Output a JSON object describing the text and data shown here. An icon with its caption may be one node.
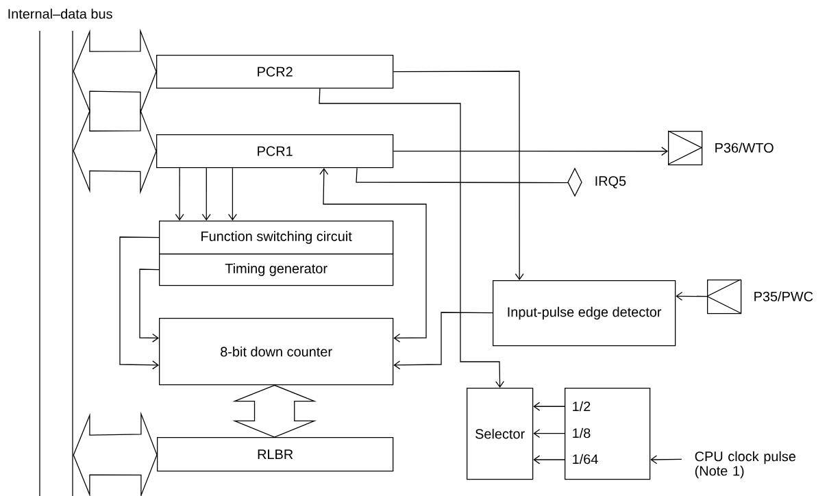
{
  "diagram": {
    "nodes": [
      {
        "text": [
          "Internal–data bus"
        ]
      },
      {
        "text": [
          "PCR2"
        ]
      },
      {
        "text": [
          "PCR1"
        ]
      },
      {
        "text": [
          "Function switching circuit"
        ]
      },
      {
        "text": [
          "Timing generator"
        ]
      },
      {
        "text": [
          "8-bit down counter"
        ]
      },
      {
        "text": [
          "RLBR"
        ]
      },
      {
        "text": [
          "Input-pulse edge detector"
        ]
      },
      {
        "text": [
          "Selector"
        ]
      },
      {
        "text": [
          "1/2",
          "1/8",
          "1/64"
        ]
      },
      {
        "text": [
          "P36/WTO"
        ]
      },
      {
        "text": [
          "IRQ5"
        ]
      },
      {
        "text": [
          "P35/PWC"
        ]
      },
      {
        "text": [
          "CPU clock pulse (Note 1)"
        ]
      }
    ],
    "edges": [
      {
        "from": 0,
        "to": 1,
        "arrow": "both",
        "style": "thick"
      },
      {
        "from": 0,
        "to": 2,
        "arrow": "both",
        "style": "thick"
      },
      {
        "from": 0,
        "to": 6,
        "arrow": "both",
        "style": "thick"
      },
      {
        "from": 5,
        "to": 6,
        "arrow": "both",
        "style": "thick"
      },
      {
        "from": 1,
        "to": 7,
        "arrow": "to"
      },
      {
        "from": 1,
        "to": 8,
        "arrow": "to"
      },
      {
        "from": 2,
        "to": 10,
        "arrow": "to"
      },
      {
        "from": 2,
        "to": 11,
        "arrow": "none"
      },
      {
        "from": 2,
        "to": 3,
        "arrow": "to"
      },
      {
        "from": 2,
        "to": 3,
        "arrow": "to"
      },
      {
        "from": 2,
        "to": 3,
        "arrow": "to"
      },
      {
        "from": 5,
        "to": 2,
        "arrow": "both"
      },
      {
        "from": 3,
        "to": 5,
        "arrow": "to"
      },
      {
        "from": 4,
        "to": 5,
        "arrow": "to"
      },
      {
        "from": 7,
        "to": 5,
        "arrow": "to"
      },
      {
        "from": 12,
        "to": 7,
        "arrow": "to"
      },
      {
        "from": 9,
        "to": 8,
        "arrow": "to"
      },
      {
        "from": 9,
        "to": 8,
        "arrow": "to"
      },
      {
        "from": 9,
        "to": 8,
        "arrow": "to"
      },
      {
        "from": 13,
        "to": 9,
        "arrow": "to"
      }
    ]
  }
}
